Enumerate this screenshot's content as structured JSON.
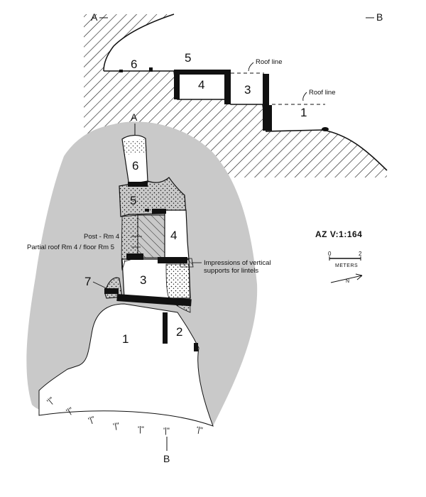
{
  "section": {
    "label_a": "A",
    "label_b": "B",
    "rooms": [
      "6",
      "5",
      "4",
      "3",
      "1"
    ],
    "roof_line_labels": [
      "Roof line",
      "Roof line"
    ]
  },
  "plan": {
    "label_a": "A",
    "label_b": "B",
    "rooms": [
      "6",
      "5",
      "4",
      "3",
      "7",
      "1",
      "2"
    ],
    "annotations": {
      "post": "Post - Rm 4",
      "partial_roof": "Partial roof Rm 4 / floor Rm 5",
      "impressions_line1": "Impressions of vertical",
      "impressions_line2": "supports for lintels"
    }
  },
  "site": {
    "id": "AZ V:1:164",
    "scale_ticks": [
      "0",
      "2"
    ],
    "scale_unit": "METERS",
    "north": "N"
  },
  "colors": {
    "ink": "#111111",
    "stipple": "#c9c9c9",
    "background": "#ffffff"
  }
}
